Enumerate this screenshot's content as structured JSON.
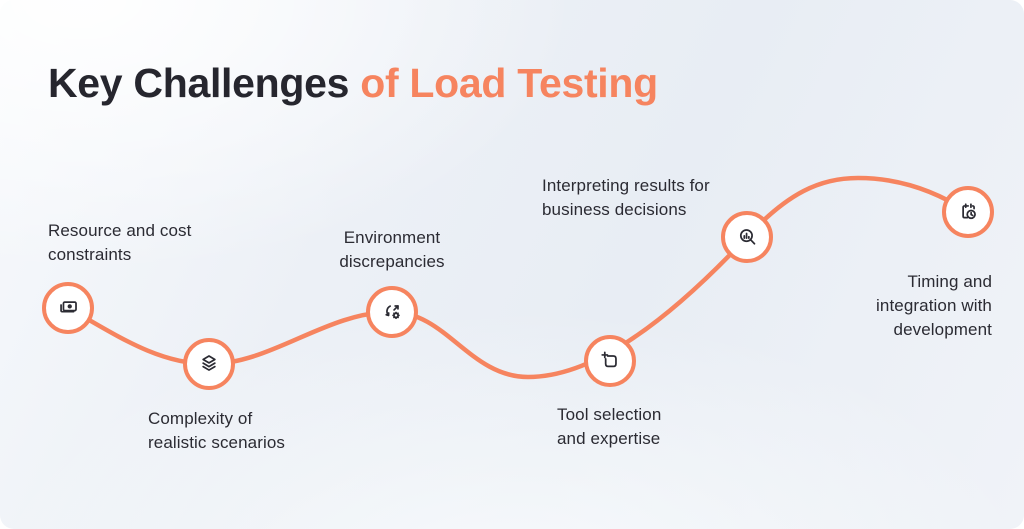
{
  "title": {
    "part1": "Key Challenges",
    "part2": "of Load Testing"
  },
  "colors": {
    "accent": "#F6845F",
    "ink": "#26262E",
    "label_text": "#2B2B33",
    "node_fill": "#FFFFFF"
  },
  "diagram": {
    "type": "journey-curve-infographic",
    "curve_color": "#F6845F",
    "nodes": [
      {
        "icon": "banknote-icon",
        "lines": [
          "Resource and cost",
          "constraints"
        ]
      },
      {
        "icon": "layers-icon",
        "lines": [
          "Complexity of",
          "realistic scenarios"
        ]
      },
      {
        "icon": "sync-gear-icon",
        "lines": [
          "Environment",
          "discrepancies"
        ]
      },
      {
        "icon": "tool-frame-icon",
        "lines": [
          "Tool selection",
          "and expertise"
        ]
      },
      {
        "icon": "magnifier-chart-icon",
        "lines": [
          "Interpreting results for",
          "business decisions"
        ]
      },
      {
        "icon": "calendar-clock-icon",
        "lines": [
          "Timing and",
          "integration with",
          "development"
        ]
      }
    ]
  }
}
